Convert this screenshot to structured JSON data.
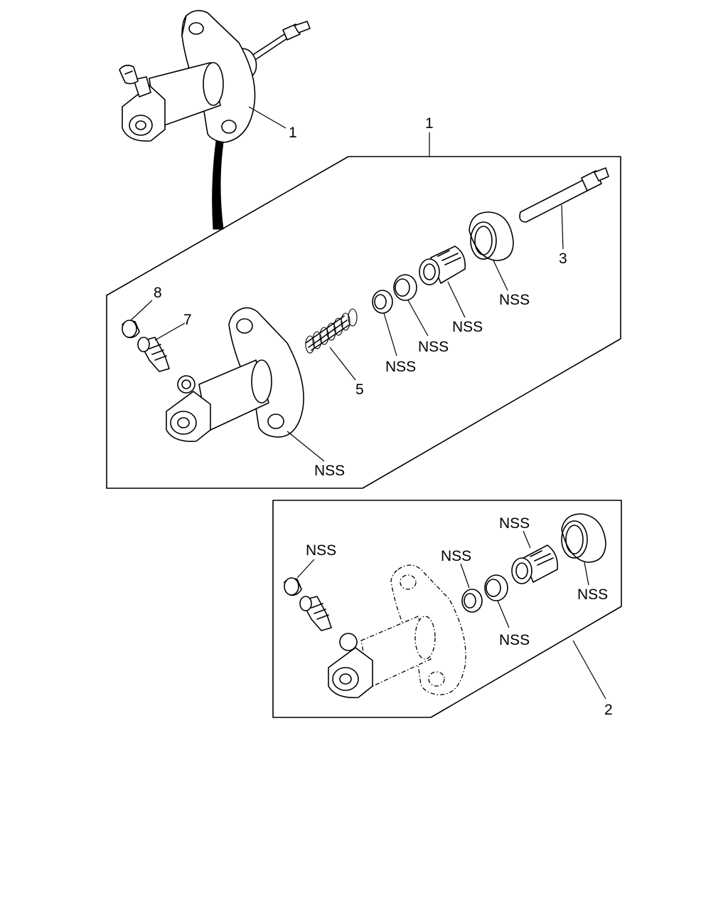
{
  "callouts": {
    "assembly_top": "1",
    "kit_1": "1",
    "kit_2": "2",
    "push_rod": "3",
    "spring": "5",
    "bleeder_screw": "7",
    "bleeder_cap": "8"
  },
  "nss_labels": {
    "kit1_housing": "NSS",
    "kit1_seal_small": "NSS",
    "kit1_seal_large": "NSS",
    "kit1_piston": "NSS",
    "kit1_boot": "NSS",
    "kit2_cap": "NSS",
    "kit2_seal_small": "NSS",
    "kit2_seal_large": "NSS",
    "kit2_piston": "NSS",
    "kit2_boot": "NSS"
  }
}
